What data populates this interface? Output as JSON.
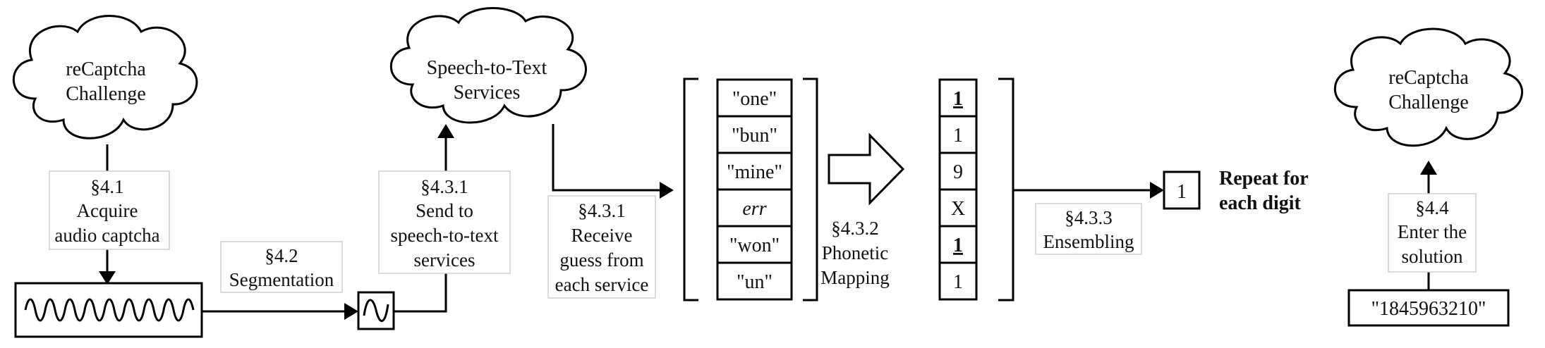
{
  "clouds": {
    "recaptcha_left": [
      "reCaptcha",
      "Challenge"
    ],
    "speech_to_text": [
      "Speech-to-Text",
      "Services"
    ],
    "recaptcha_right": [
      "reCaptcha",
      "Challenge"
    ]
  },
  "steps": {
    "acquire": [
      "§4.1",
      "Acquire",
      "audio captcha"
    ],
    "segmentation": [
      "§4.2",
      "Segmentation"
    ],
    "send": [
      "§4.3.1",
      "Send to",
      "speech-to-text",
      "services"
    ],
    "receive": [
      "§4.3.1",
      "Receive",
      "guess from",
      "each service"
    ],
    "phonetic": [
      "§4.3.2",
      "Phonetic",
      "Mapping"
    ],
    "ensembling": [
      "§4.3.3",
      "Ensembling"
    ],
    "enter": [
      "§4.4",
      "Enter the",
      "solution"
    ]
  },
  "guesses": [
    "\"one\"",
    "\"bun\"",
    "\"mine\"",
    "err",
    "\"won\"",
    "\"un\""
  ],
  "mapped_digits": [
    "1",
    "1",
    "9",
    "X",
    "1",
    "1"
  ],
  "result_digit": "1",
  "repeat_note": [
    "Repeat for",
    "each digit"
  ],
  "solution": "\"1845963210\""
}
